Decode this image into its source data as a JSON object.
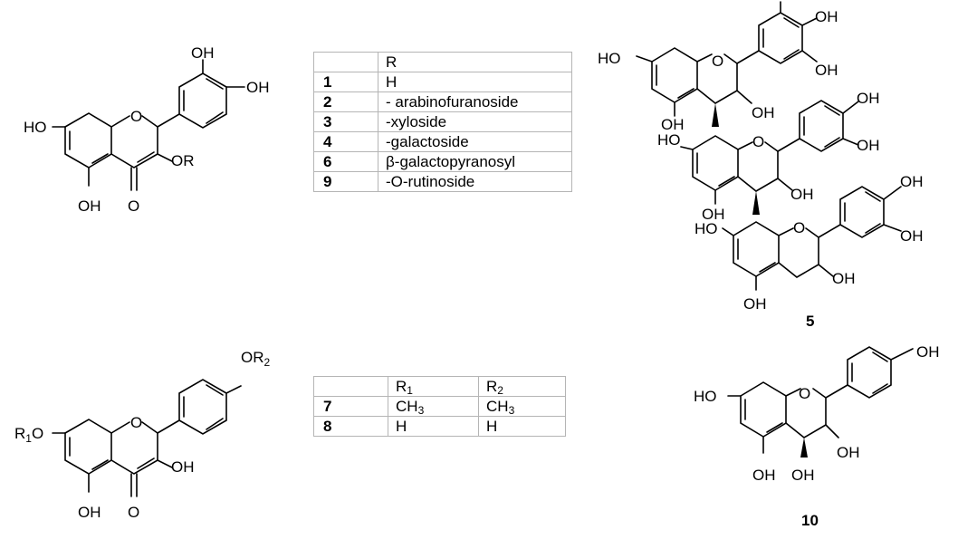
{
  "table1": {
    "header": [
      "",
      "R"
    ],
    "rows": [
      {
        "num": "1",
        "r": "H"
      },
      {
        "num": "2",
        "r": "- arabinofuranoside"
      },
      {
        "num": "3",
        "r": "-xyloside"
      },
      {
        "num": "4",
        "r": "-galactoside"
      },
      {
        "num": "6",
        "r": "β-galactopyranosyl"
      },
      {
        "num": "9",
        "r": "-O-rutinoside"
      }
    ]
  },
  "table2": {
    "header": [
      "",
      "R",
      "1",
      "R",
      "2"
    ],
    "rows": [
      {
        "num": "7",
        "r1": "CH",
        "r1_sub": "3",
        "r2": "CH",
        "r2_sub": "3"
      },
      {
        "num": "8",
        "r1": "H",
        "r2": "H"
      }
    ]
  },
  "structure1": {
    "labels": {
      "oh_top": "OH",
      "oh_right": "OH",
      "ho_left": "HO",
      "o_ring": "O",
      "or": "OR",
      "oh_bottom": "OH",
      "o_carbonyl": "O"
    }
  },
  "structure2": {
    "labels": {
      "r1o": "R",
      "r1o_sub": "1",
      "r1o_tail": "O",
      "o_ring": "O",
      "or2": "OR",
      "or2_sub": "2",
      "oh3": "OH",
      "oh5": "OH",
      "o_carbonyl": "O"
    }
  },
  "structure5": {
    "compound_number": "5",
    "labels": {
      "oh": "OH",
      "ho": "HO",
      "o": "O"
    }
  },
  "structure10": {
    "compound_number": "10",
    "labels": {
      "oh": "OH",
      "ho": "HO",
      "o": "O"
    }
  }
}
